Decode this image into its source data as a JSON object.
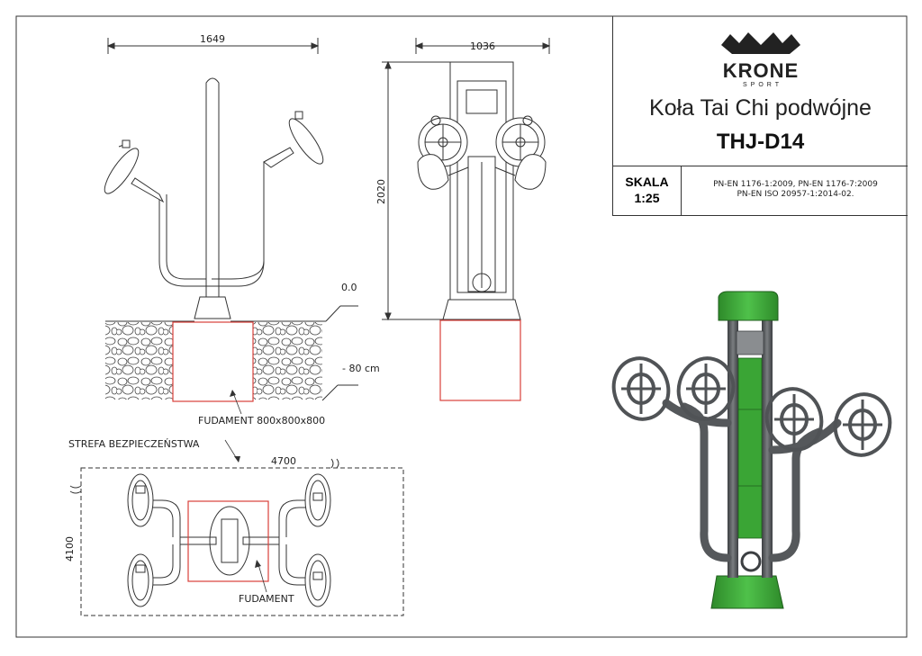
{
  "title_block": {
    "brand": "KRONE",
    "brand_sub": "SPORT",
    "product_name": "Koła Tai Chi podwójne",
    "product_code": "THJ-D14",
    "scale_label": "SKALA",
    "scale_value": "1:25",
    "norms_line1": "PN-EN 1176-1:2009, PN-EN 1176-7:2009",
    "norms_line2": "PN-EN ISO 20957-1:2014-02."
  },
  "dimensions": {
    "width_side": "1649",
    "width_front": "1036",
    "height": "2020",
    "level_zero": "0.0",
    "depth": "- 80 cm",
    "zone_length": "4700",
    "zone_width": "4100"
  },
  "labels": {
    "foundation_size": "FUDAMENT 800x800x800",
    "safety_zone": "STREFA BEZPIECZEŃSTWA",
    "foundation": "FUDAMENT"
  },
  "colors": {
    "accent_green": "#3aa535",
    "frame_gray": "#5a5d60",
    "foundation_red": "#d9403a"
  }
}
